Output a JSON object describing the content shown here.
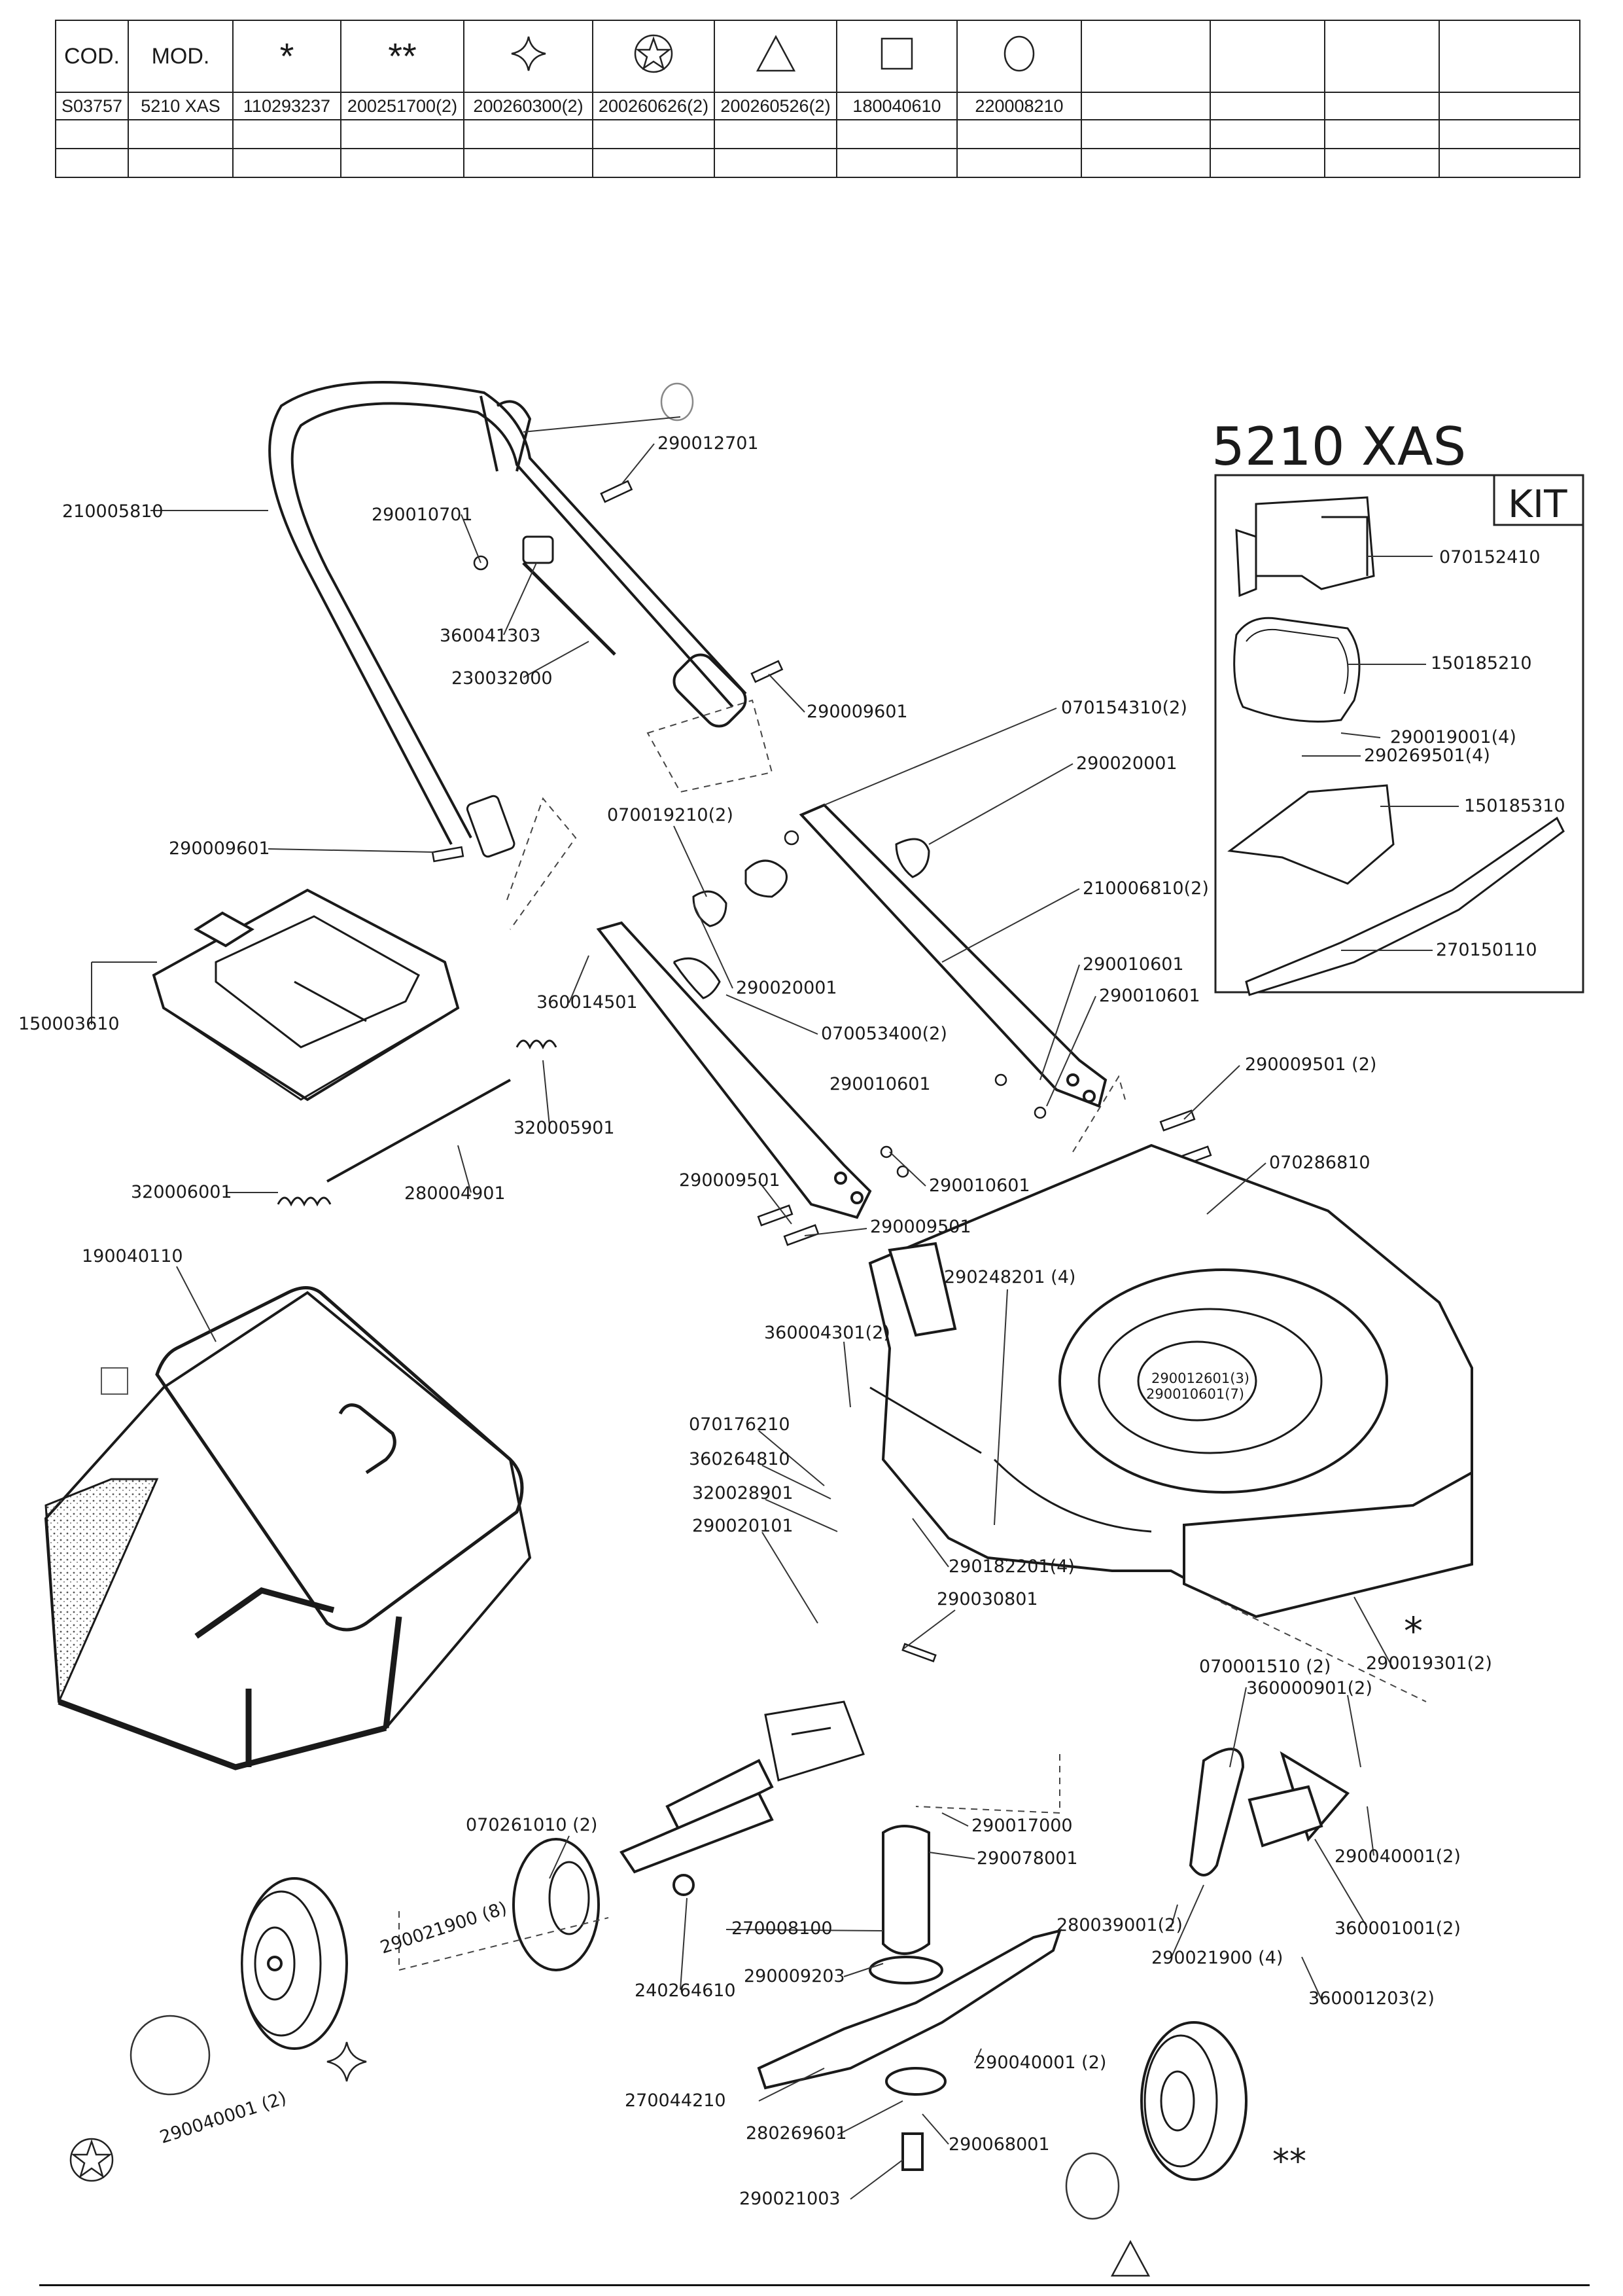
{
  "table": {
    "headers": [
      "COD.",
      "MOD.",
      "*",
      "**",
      "",
      "",
      "",
      "",
      "",
      "",
      "",
      "",
      ""
    ],
    "header_symbols": [
      "",
      "",
      "asterisk",
      "double-asterisk",
      "four-point-star-icon",
      "star-in-circle-icon",
      "triangle-icon",
      "square-icon",
      "circle-icon",
      "",
      "",
      "",
      ""
    ],
    "rows": [
      [
        "S03757",
        "5210 XAS",
        "110293237",
        "200251700(2)",
        "200260300(2)",
        "200260626(2)",
        "200260526(2)",
        "180040610",
        "220008210",
        "",
        "",
        "",
        ""
      ],
      [
        "",
        "",
        "",
        "",
        "",
        "",
        "",
        "",
        "",
        "",
        "",
        "",
        ""
      ],
      [
        "",
        "",
        "",
        "",
        "",
        "",
        "",
        "",
        "",
        "",
        "",
        "",
        ""
      ]
    ]
  },
  "model_title": "5210 XAS",
  "kit_label": "KIT",
  "kit_parts": [
    "070152410",
    "150185210",
    "290019001(4)",
    "290269501(4)",
    "150185310",
    "270150110"
  ],
  "part_labels": [
    "210005810",
    "290012701",
    "290010701",
    "360041303",
    "230032000",
    "290009601",
    "070154310(2)",
    "290020001",
    "290009601",
    "070019210(2)",
    "210006810(2)",
    "150003610",
    "360014501",
    "290020001",
    "070053400(2)",
    "290010601",
    "290010601",
    "320005901",
    "290010601",
    "290009501 (2)",
    "320006001",
    "280004901",
    "290009501",
    "290010601",
    "290009501",
    "070286810",
    "190040110",
    "290248201 (4)",
    "360004301(2)",
    "290012601(3)",
    "290010601(7)",
    "070176210",
    "360264810",
    "320028901",
    "290020101",
    "290182201(4)",
    "290030801",
    "*",
    "290019301(2)",
    "070001510 (2)",
    "360000901(2)",
    "290017000",
    "070261010 (2)",
    "290078001",
    "290040001(2)",
    "290021900 (8)",
    "270008100",
    "280039001(2)",
    "360001001(2)",
    "290009203",
    "290021900 (4)",
    "240264610",
    "360001203(2)",
    "290040001 (2)",
    "290040001 (2)",
    "270044210",
    "280269601",
    "290068001",
    "290021003",
    "**"
  ],
  "colors": {
    "line": "#1a1a1a",
    "text": "#1a1a1a",
    "leader": "#333333"
  }
}
